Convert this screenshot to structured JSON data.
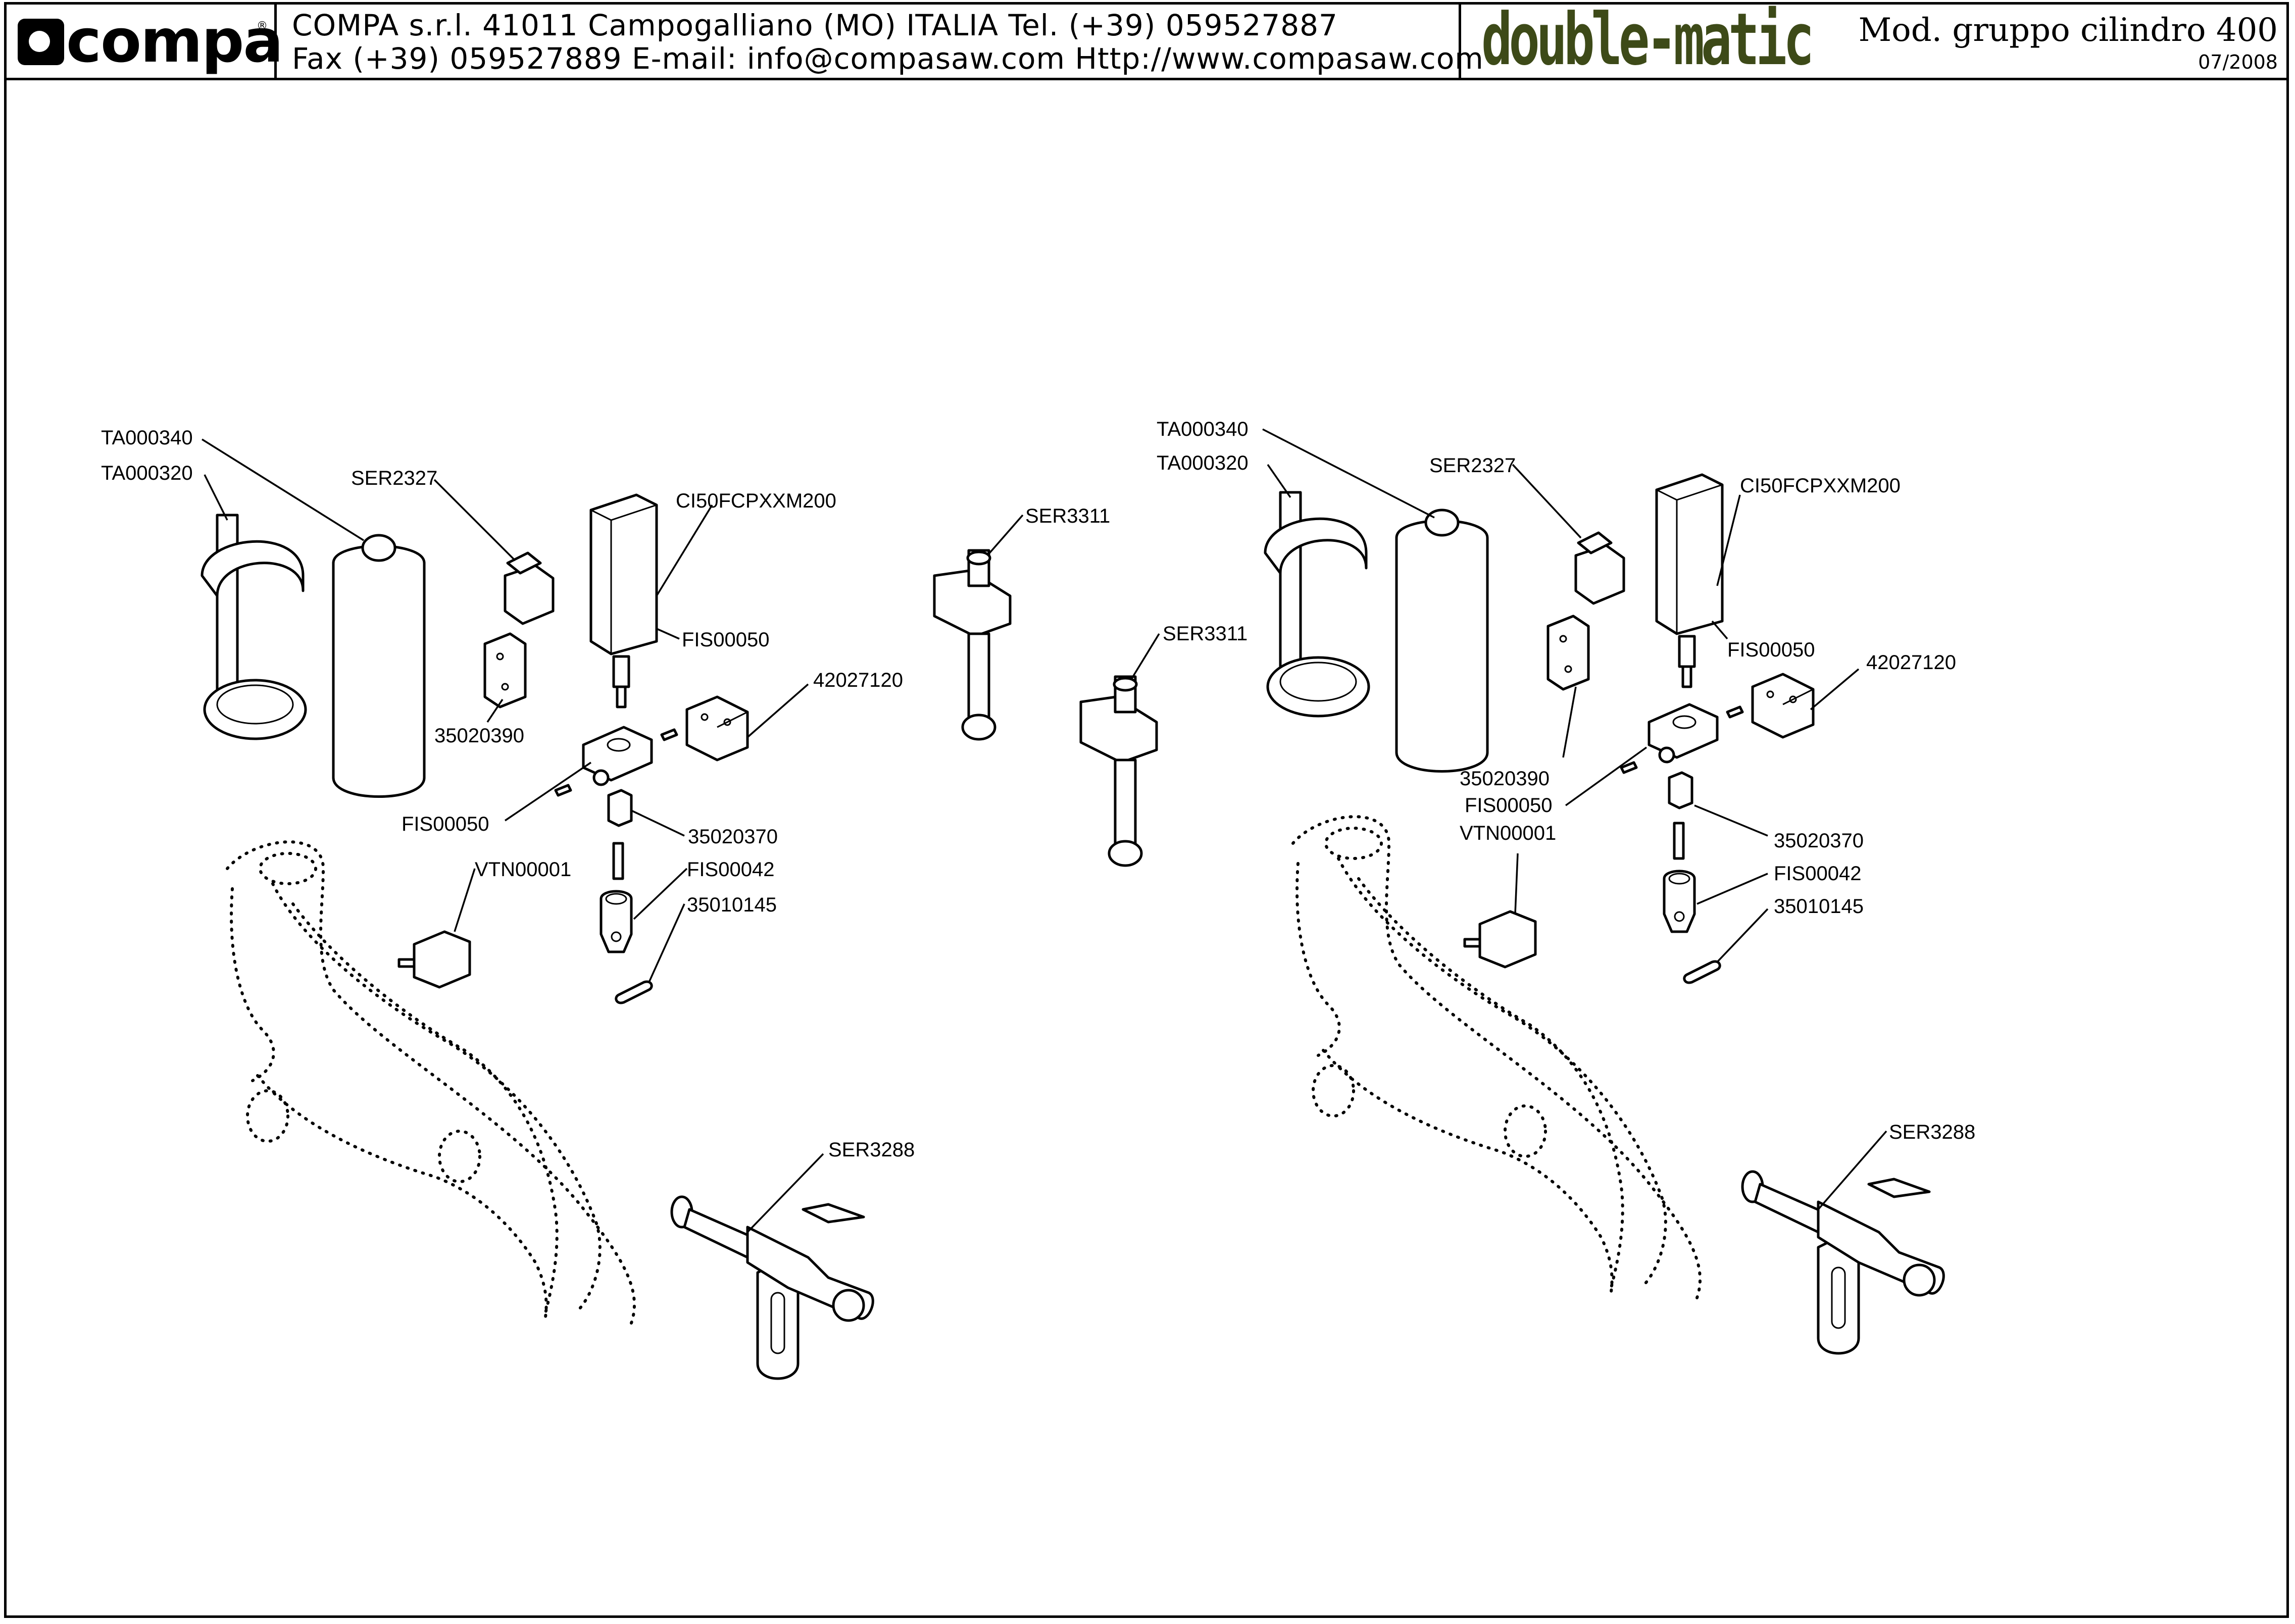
{
  "header": {
    "logo_text": "compa",
    "logo_reg": "®",
    "contact_line1": "COMPA s.r.l. 41011 Campogalliano (MO) ITALIA Tel. (+39) 059527887",
    "contact_line2": "Fax (+39) 059527889 E-mail: info@compasaw.com Http://www.compasaw.com",
    "brand": "double-matic",
    "model_title": "Mod. gruppo cilindro 400",
    "date": "07/2008"
  },
  "callouts": {
    "left": {
      "ta000340": "TA000340",
      "ta000320": "TA000320",
      "ser2327": "SER2327",
      "ci50": "CI50FCPXXM200",
      "fis00050_top": "FIS00050",
      "n35020390": "35020390",
      "n42027120": "42027120",
      "fis00050_mid": "FIS00050",
      "vtn00001": "VTN00001",
      "n35020370": "35020370",
      "fis00042": "FIS00042",
      "n35010145": "35010145",
      "ser3288": "SER3288"
    },
    "center": {
      "ser3311_a": "SER3311",
      "ser3311_b": "SER3311"
    },
    "right": {
      "ta000340": "TA000340",
      "ta000320": "TA000320",
      "ser2327": "SER2327",
      "ci50": "CI50FCPXXM200",
      "fis00050_top": "FIS00050",
      "n42027120": "42027120",
      "n35020390": "35020390",
      "fis00050_mid": "FIS00050",
      "vtn00001": "VTN00001",
      "n35020370": "35020370",
      "fis00042": "FIS00042",
      "n35010145": "35010145",
      "ser3288": "SER3288"
    }
  },
  "colors": {
    "line": "#000000",
    "brand": "#3d4a18",
    "background": "#ffffff"
  }
}
